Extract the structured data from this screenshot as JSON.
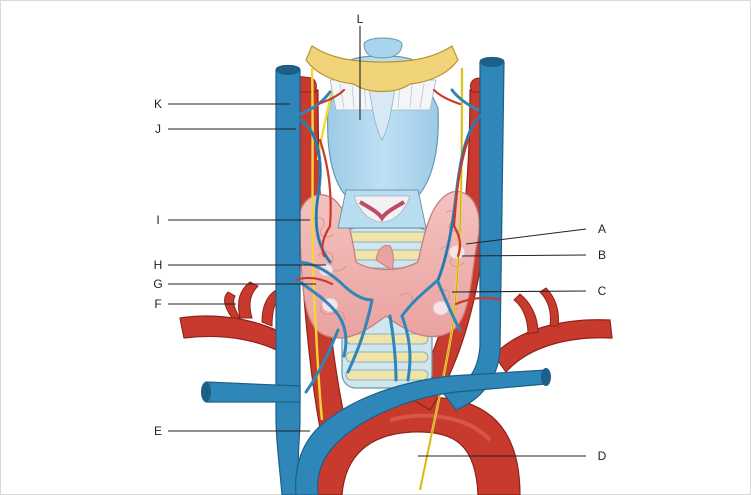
{
  "figure": {
    "labels": [
      {
        "id": "A",
        "text": "A"
      },
      {
        "id": "B",
        "text": "B"
      },
      {
        "id": "C",
        "text": "C"
      },
      {
        "id": "D",
        "text": "D"
      },
      {
        "id": "E",
        "text": "E"
      },
      {
        "id": "F",
        "text": "F"
      },
      {
        "id": "G",
        "text": "G"
      },
      {
        "id": "H",
        "text": "H"
      },
      {
        "id": "I",
        "text": "I"
      },
      {
        "id": "J",
        "text": "J"
      },
      {
        "id": "K",
        "text": "K"
      },
      {
        "id": "L",
        "text": "L"
      }
    ]
  },
  "colors": {
    "vein": "#2f86b8",
    "vein_dark": "#1d5f86",
    "artery": "#c93a2e",
    "artery_dark": "#8e2219",
    "nerve": "#f2d63a",
    "thyroid": "#f0b3b0",
    "thyroid_dark": "#d98985",
    "larynx": "#a8d4ee",
    "hyoid": "#f1d37a",
    "trachea": "#cfe6ef",
    "trachea_ring": "#f1e4a8",
    "leader": "#222222"
  }
}
